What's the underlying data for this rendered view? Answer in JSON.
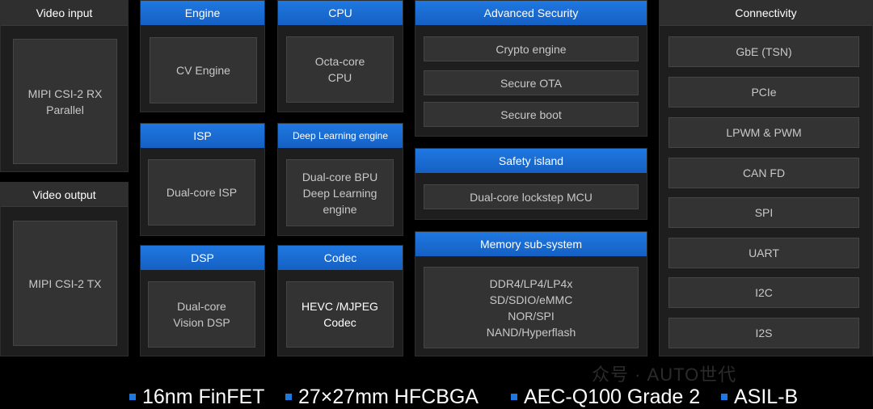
{
  "video_input": {
    "title": "Video input",
    "box": "MIPI CSI-2 RX\nParallel"
  },
  "video_output": {
    "title": "Video output",
    "box": "MIPI CSI-2 TX"
  },
  "engine": {
    "title": "Engine",
    "box": "CV Engine"
  },
  "isp": {
    "title": "ISP",
    "box": "Dual-core ISP"
  },
  "dsp": {
    "title": "DSP",
    "box": "Dual-core\nVision DSP"
  },
  "cpu": {
    "title": "CPU",
    "box": "Octa-core\nCPU"
  },
  "deep_learning": {
    "title": "Deep Learning engine",
    "box": "Dual-core BPU\nDeep Learning\nengine"
  },
  "codec": {
    "title": "Codec",
    "box": "HEVC /MJPEG\nCodec"
  },
  "advanced_security": {
    "title": "Advanced Security",
    "items": [
      "Crypto engine",
      "Secure OTA",
      "Secure boot"
    ]
  },
  "safety_island": {
    "title": "Safety island",
    "box": "Dual-core lockstep MCU"
  },
  "memory": {
    "title": "Memory sub-system",
    "box": "DDR4/LP4/LP4x\nSD/SDIO/eMMC\nNOR/SPI\nNAND/Hyperflash"
  },
  "connectivity": {
    "title": "Connectivity",
    "items": [
      "GbE (TSN)",
      "PCIe",
      "LPWM & PWM",
      "CAN FD",
      "SPI",
      "UART",
      "I2C",
      "I2S"
    ]
  },
  "footer": [
    "16nm FinFET",
    "27×27mm HFCBGA",
    "AEC-Q100 Grade 2",
    "ASIL-B"
  ],
  "watermark": "众号 · AUTO世代",
  "colors": {
    "accent": "#1f78e0",
    "panel": "#1e1e1e",
    "box": "#333333"
  }
}
